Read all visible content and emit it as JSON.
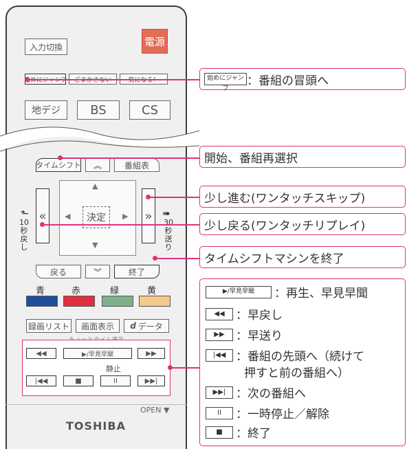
{
  "remote": {
    "input_switch": "入力切換",
    "power": "電源",
    "jump_start": "始めにジャンプ",
    "jump_2": "ごまかさない",
    "jump_3": "気になる！",
    "chideji": "地デジ",
    "bs": "BS",
    "cs": "CS",
    "timeshift": "タイムシフト",
    "up": "︽",
    "guide": "番組表",
    "enter": "決定",
    "left_double": "«",
    "right_double": "»",
    "back_label": "10秒戻し",
    "fwd_label": "30秒送り",
    "back": "戻る",
    "down": "︾",
    "end": "終了",
    "colors": {
      "blue": "青",
      "red": "赤",
      "green": "緑",
      "yellow": "黄"
    },
    "rec_list": "録画リスト",
    "display": "画面表示",
    "data": "データ",
    "data_icon": "d",
    "playback_title": "ちょっとタイム再生",
    "play_label": "▶/早見早聞",
    "pause_title": "静止",
    "open": "OPEN",
    "brand": "TOSHIBA"
  },
  "callouts": {
    "jump": {
      "icon": "始めにジャンプ",
      "text": "：番組の冒頭へ"
    },
    "timeshift": "開始、番組再選択",
    "skip": "少し進む(ワンタッチスキップ)",
    "replay": "少し戻る(ワンタッチリプレイ)",
    "end": "タイムシフトマシンを終了"
  },
  "legend": [
    {
      "icon": "▶/早見早聞",
      "text": "：再生、早見早聞"
    },
    {
      "icon": "◀◀",
      "text": "：早戻し"
    },
    {
      "icon": "▶▶",
      "text": "：早送り"
    },
    {
      "icon": "|◀◀",
      "text": "：番組の先頭へ（続けて",
      "text2": "押すと前の番組へ）"
    },
    {
      "icon": "▶▶|",
      "text": "：次の番組へ"
    },
    {
      "icon": "II",
      "text": "：一時停止／解除"
    },
    {
      "icon": "■",
      "text": "：終了"
    }
  ],
  "colors": {
    "accent": "#e0307c",
    "blue": "#1f4e9e",
    "red": "#e03040",
    "green": "#7fb08c",
    "yellow": "#f5c98a",
    "power": "#e36c56"
  }
}
